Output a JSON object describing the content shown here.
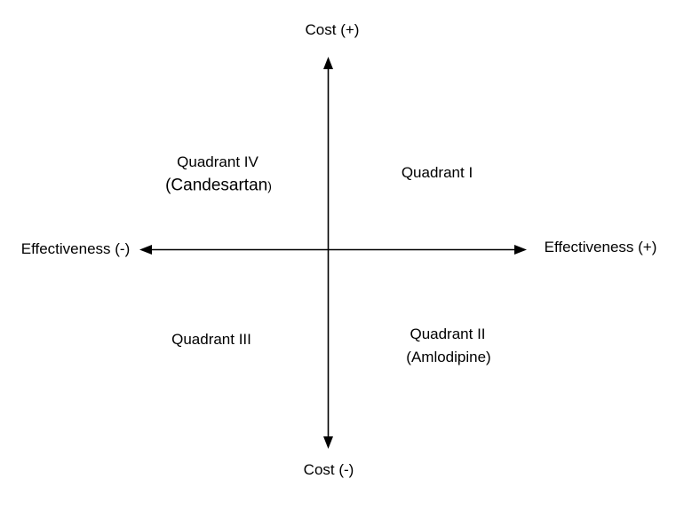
{
  "diagram": {
    "type": "quadrant-plane",
    "y_axis": {
      "positive": "Cost (+)",
      "negative": "Cost (-)"
    },
    "x_axis": {
      "positive": "Effectiveness (+)",
      "negative": "Effectiveness (-)"
    },
    "quadrants": [
      {
        "name": "Quadrant I",
        "position": "top-right",
        "annotation": ""
      },
      {
        "name": "Quadrant II",
        "position": "bottom-right",
        "annotation": "(Amlodipine)"
      },
      {
        "name": "Quadrant III",
        "position": "bottom-left",
        "annotation": ""
      },
      {
        "name": "Quadrant IV",
        "position": "top-left",
        "annotation": "(Candesartan)"
      }
    ],
    "quadrant4_annotation_parts": {
      "main": "(Candesartan",
      "suffix": ")"
    },
    "colors": {
      "axis": "#000000",
      "text": "#000000",
      "background": "#ffffff"
    }
  }
}
